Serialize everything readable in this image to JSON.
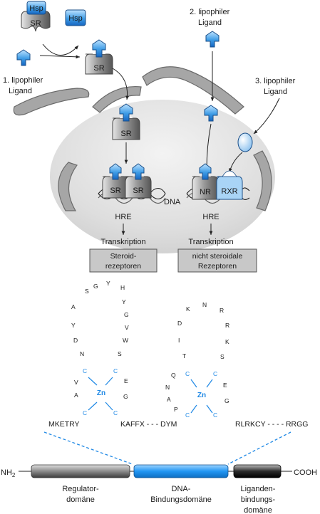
{
  "top": {
    "hsp": "Hsp",
    "sr": "SR",
    "nr": "NR",
    "rxr": "RXR",
    "dna": "DNA",
    "ligand1": [
      "1. lipophiler",
      "Ligand"
    ],
    "ligand2": [
      "2. lipophiler",
      "Ligand"
    ],
    "ligand3": [
      "3. lipophiler",
      "Ligand"
    ],
    "hre": "HRE",
    "transkription": "Transkription",
    "box_left": [
      "Steroid-",
      "rezeptoren"
    ],
    "box_right": [
      "nicht steroidale",
      "Rezeptoren"
    ]
  },
  "zinc_finger": {
    "zn": "Zn",
    "cys": "C",
    "finger1_loop": [
      "S",
      "G",
      "Y",
      "H",
      "A",
      "Y",
      "G",
      "Y",
      "V",
      "D",
      "W",
      "N",
      "S",
      "V",
      "E",
      "A",
      "G"
    ],
    "finger2_loop": [
      "K",
      "N",
      "R",
      "D",
      "R",
      "I",
      "K",
      "T",
      "S",
      "Q",
      "E",
      "N",
      "A",
      "G",
      "P"
    ],
    "motifs": [
      "MKETRY",
      "KAFFX - - - DYM",
      "RLRKCY - - - - RRGG"
    ]
  },
  "domains": {
    "nh2": "NH",
    "nh2_sub": "2",
    "cooh": "COOH",
    "regulator": [
      "Regulator-",
      "domäne"
    ],
    "dna_binding": [
      "DNA-",
      "Bindungsdomäne"
    ],
    "ligand_binding": [
      "Liganden-",
      "bindungs-",
      "domäne"
    ]
  },
  "colors": {
    "accent_blue": "#1e88e5",
    "receptor_gray": "#8c8c8c",
    "membrane_gray": "#a6a6a6",
    "box_gray": "#c8c8c8"
  }
}
